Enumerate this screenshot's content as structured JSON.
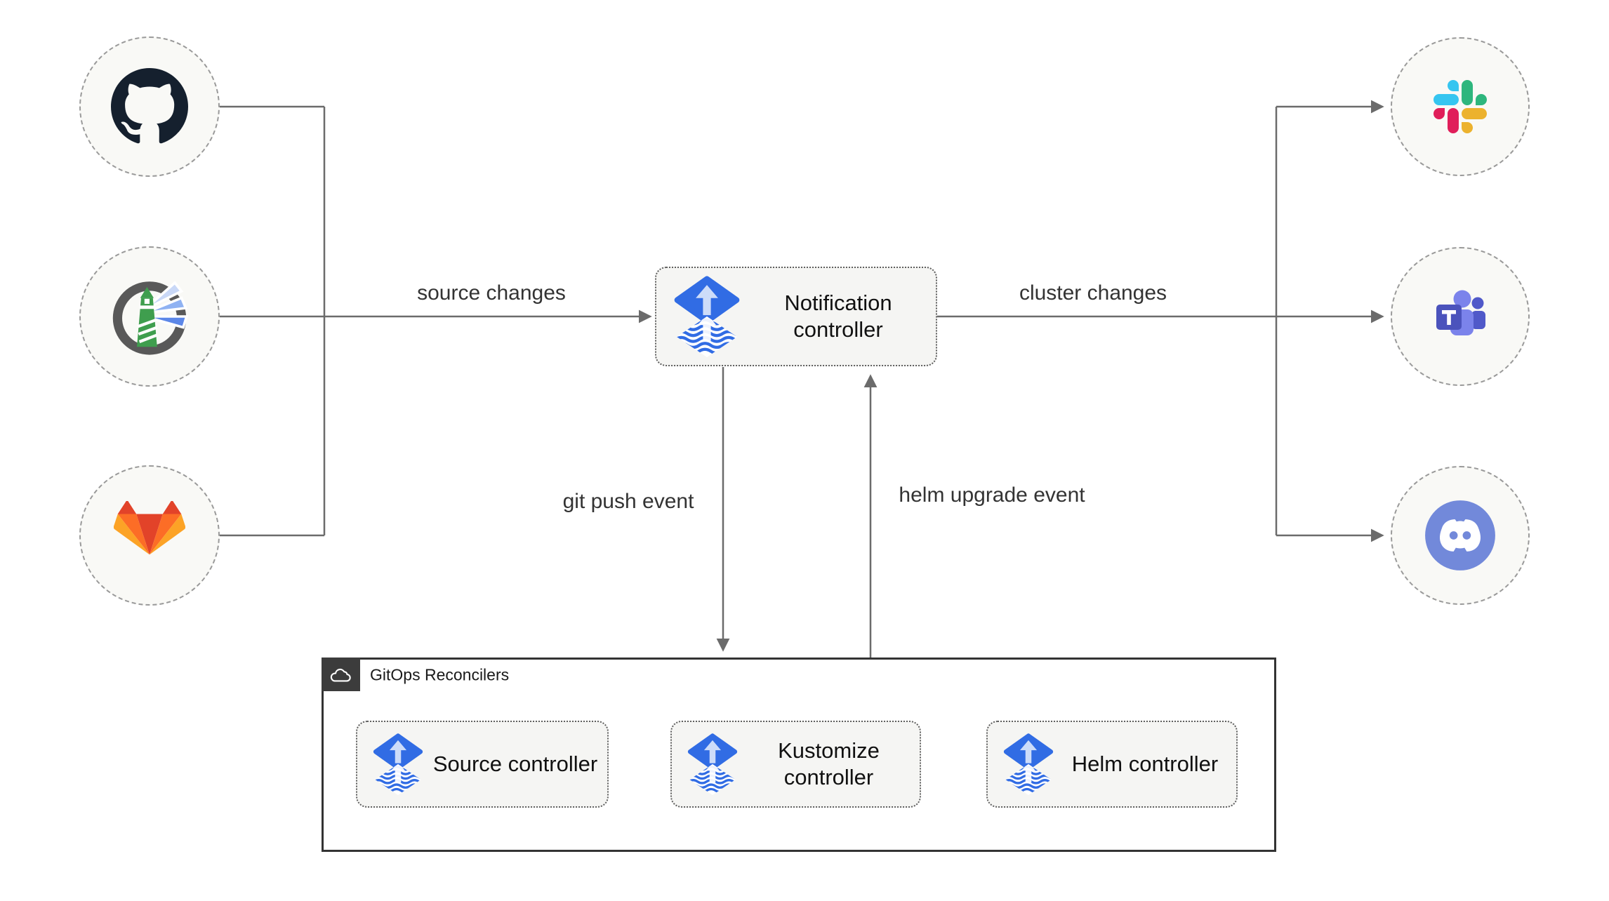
{
  "nodes": {
    "notification_controller": "Notification controller",
    "source_controller": "Source controller",
    "kustomize_controller": "Kustomize controller",
    "helm_controller": "Helm controller"
  },
  "edges": {
    "source_changes": "source changes",
    "cluster_changes": "cluster changes",
    "git_push_event": "git push event",
    "helm_upgrade_event": "helm upgrade event"
  },
  "container": {
    "label": "GitOps Reconcilers",
    "icon": "cloud-icon"
  },
  "sources": [
    {
      "name": "github",
      "icon": "github-icon"
    },
    {
      "name": "harbor",
      "icon": "harbor-icon"
    },
    {
      "name": "gitlab",
      "icon": "gitlab-icon"
    }
  ],
  "notifiers": [
    {
      "name": "slack",
      "icon": "slack-icon"
    },
    {
      "name": "microsoft-teams",
      "icon": "microsoft-teams-icon"
    },
    {
      "name": "discord",
      "icon": "discord-icon"
    }
  ],
  "colors": {
    "flux_blue": "#316CE4",
    "flux_arrow_light": "#CDDCF9",
    "github_dark": "#15202E",
    "harbor_green": "#3F9E4E",
    "harbor_ring_gray": "#595959",
    "gitlab_red": "#E24329",
    "gitlab_orange": "#FC6D26",
    "gitlab_yellow": "#FCA326",
    "slack_blue": "#36C5F0",
    "slack_green": "#2EB67D",
    "slack_red": "#E01E5A",
    "slack_yellow": "#ECB22E",
    "teams_purple": "#4B53BC",
    "teams_purple_light": "#7B83EB",
    "teams_purple_back": "#5059C9",
    "discord_periwinkle": "#7289DA",
    "line_gray": "#6B6B6B",
    "container_border": "#333333",
    "badge_dark": "#3C3C3C",
    "node_fill": "#F5F5F3",
    "circle_fill": "#F9F9F6"
  }
}
